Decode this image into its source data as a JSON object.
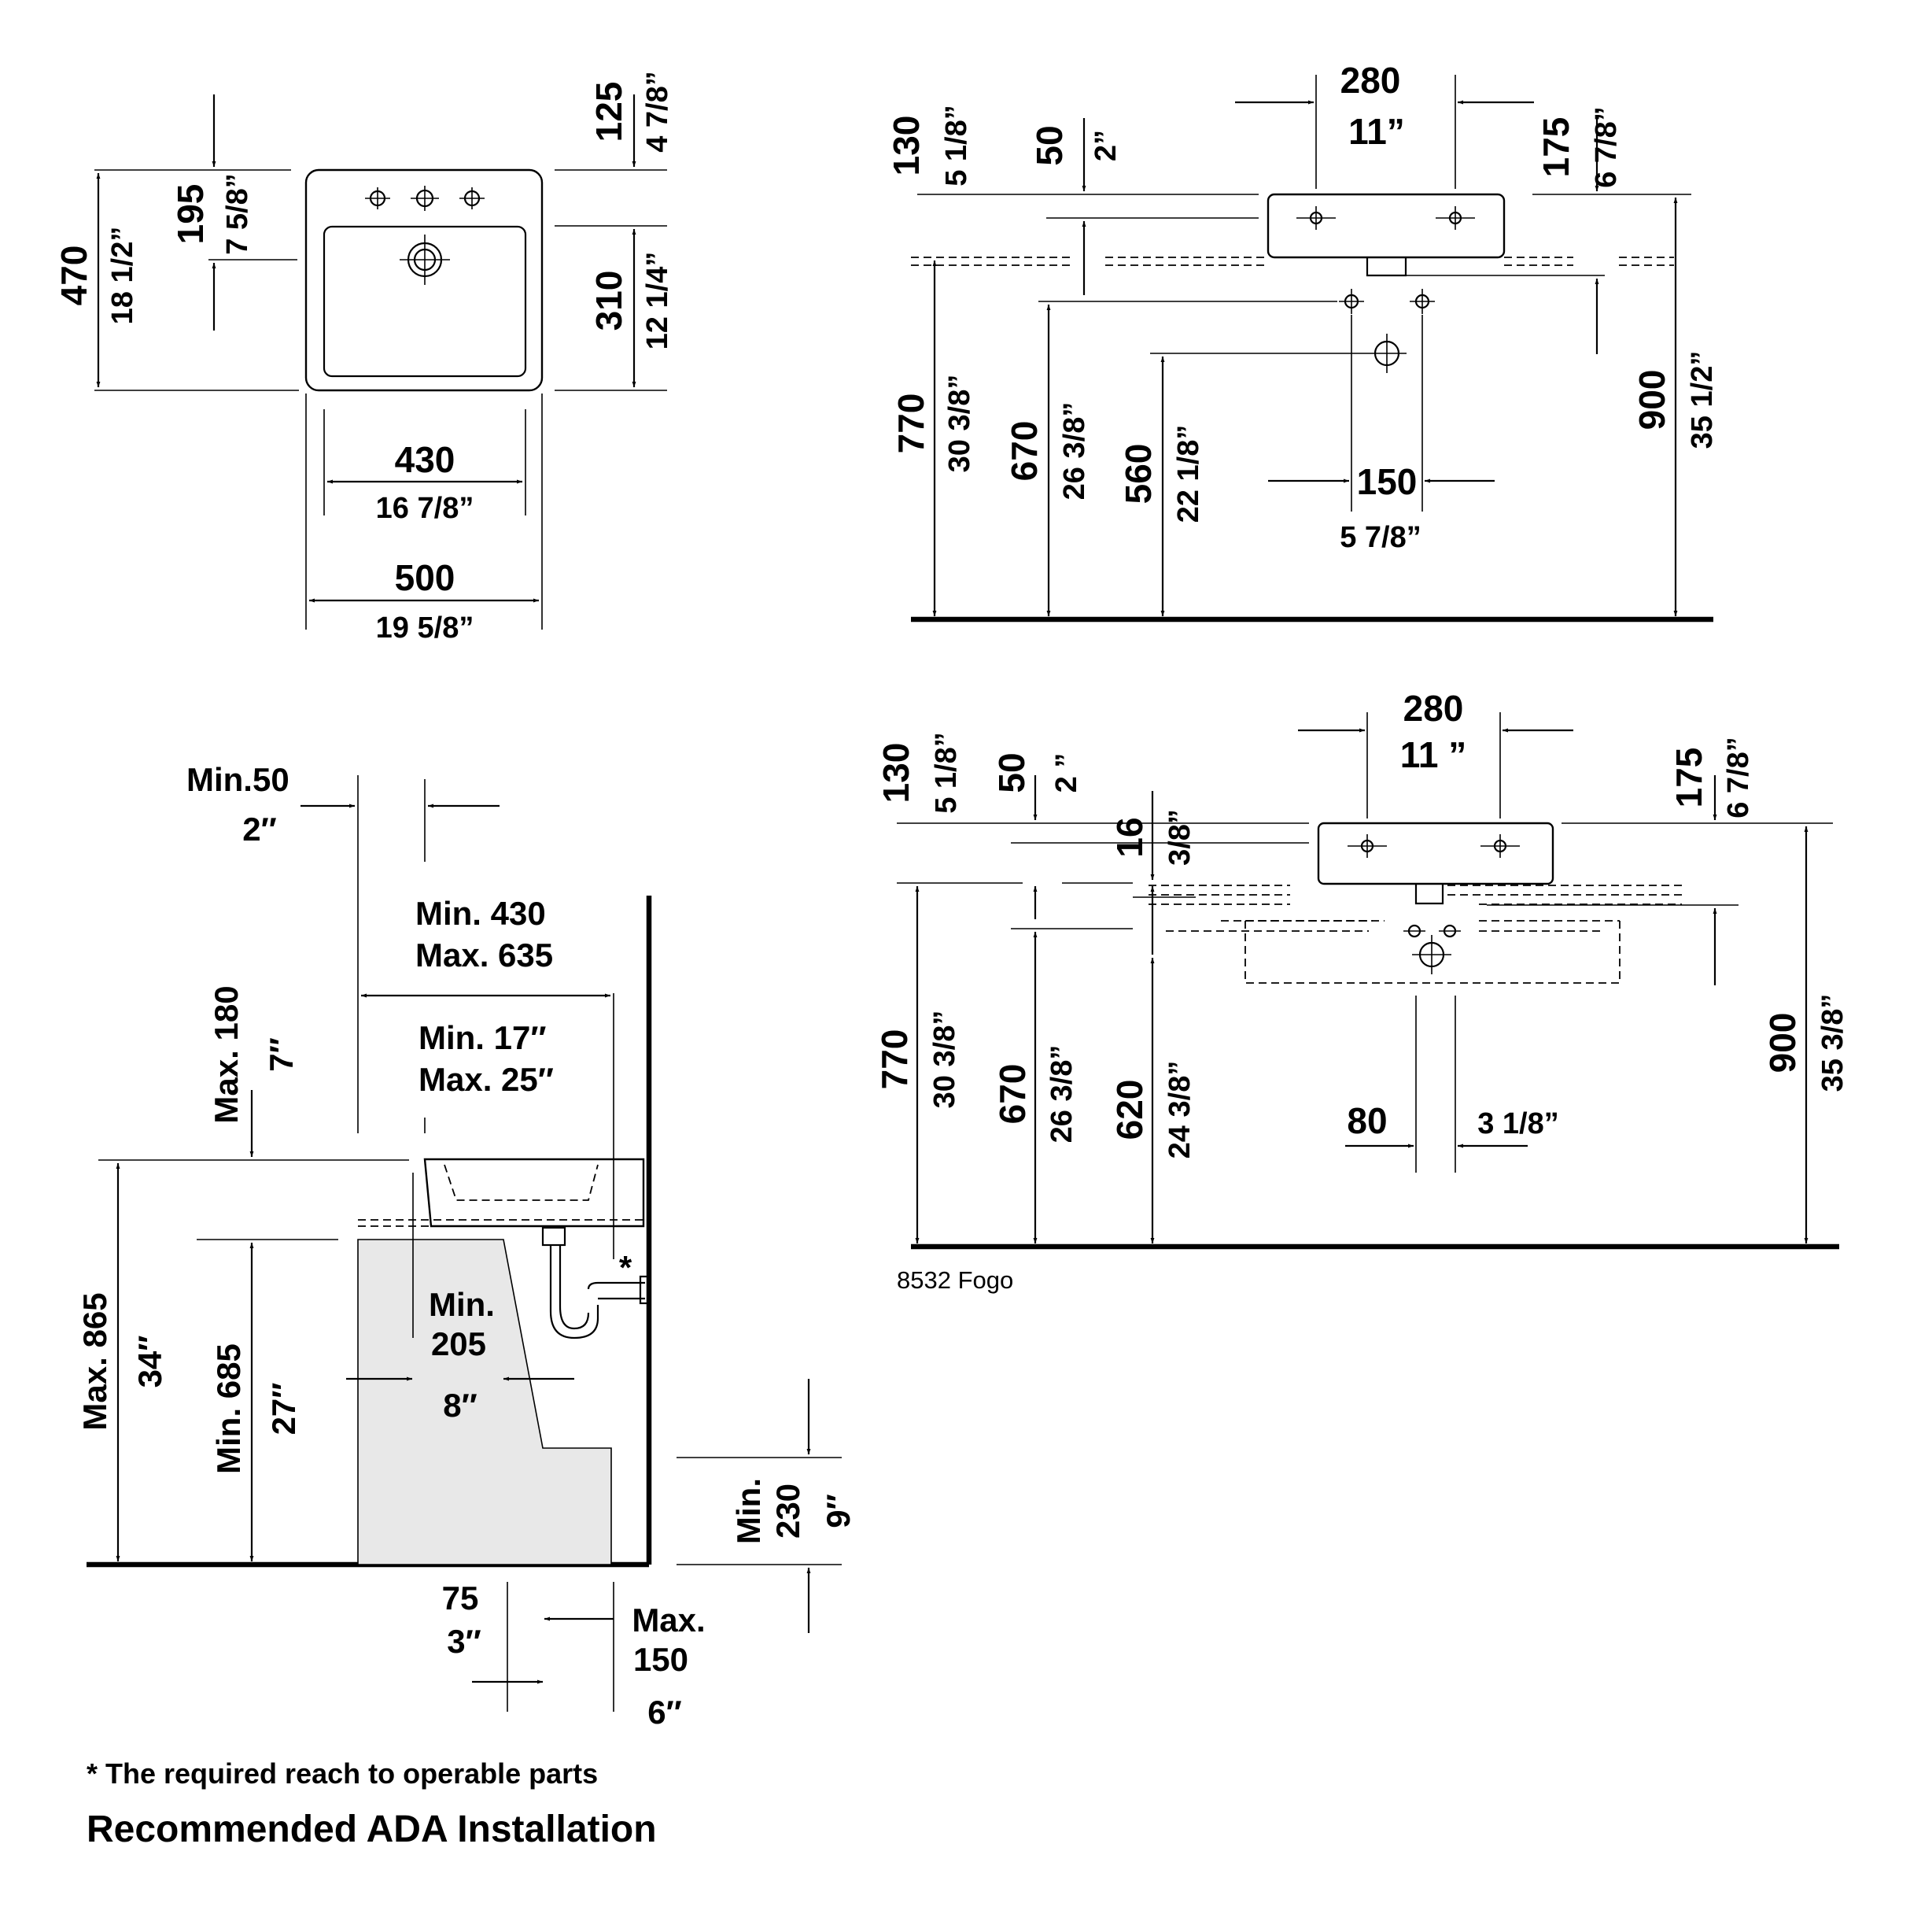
{
  "top_view": {
    "d_125": "125",
    "d_125_in": "4 7/8”",
    "d_195": "195",
    "d_195_in": "7 5/8”",
    "d_470": "470",
    "d_470_in": "18 1/2”",
    "d_310": "310",
    "d_310_in": "12 1/4”",
    "d_430": "430",
    "d_430_in": "16 7/8”",
    "d_500": "500",
    "d_500_in": "19 5/8”"
  },
  "front_view_1": {
    "d_280": "280",
    "d_280_in": "11”",
    "d_130": "130",
    "d_130_in": "5 1/8”",
    "d_50": "50",
    "d_50_in": "2”",
    "d_175": "175",
    "d_175_in": "6 7/8”",
    "d_770": "770",
    "d_770_in": "30 3/8”",
    "d_670": "670",
    "d_670_in": "26 3/8”",
    "d_560": "560",
    "d_560_in": "22 1/8”",
    "d_150": "150",
    "d_150_in": "5 7/8”",
    "d_900": "900",
    "d_900_in": "35 1/2”"
  },
  "front_view_2": {
    "d_280": "280",
    "d_280_in": "11 ”",
    "d_130": "130",
    "d_130_in": "5 1/8”",
    "d_50": "50",
    "d_50_in": "2 ”",
    "d_16": "16",
    "d_16_in": "3/8”",
    "d_175": "175",
    "d_175_in": "6 7/8”",
    "d_770": "770",
    "d_770_in": "30 3/8”",
    "d_670": "670",
    "d_670_in": "26 3/8”",
    "d_620": "620",
    "d_620_in": "24 3/8”",
    "d_80": "80",
    "d_80_in": "3 1/8”",
    "d_900": "900",
    "d_900_in": "35 3/8”",
    "caption": "8532 Fogo"
  },
  "ada_view": {
    "min50": "Min.50",
    "min50_in": "2″",
    "min430": "Min. 430",
    "max635": "Max. 635",
    "min17": "Min. 17″",
    "max25": "Max. 25″",
    "max180": "Max. 180",
    "max180_in": "7″",
    "max865": "Max. 865",
    "max865_in": "34″",
    "min685": "Min. 685",
    "min685_in": "27″",
    "min205_a": "Min.",
    "min205_b": "205",
    "min205_in": "8″",
    "star": "*",
    "min230_a": "Min.",
    "min230_b": "230",
    "min230_in": "9″",
    "d_75": "75",
    "d_75_in": "3″",
    "max150_a": "Max.",
    "max150_b": "150",
    "max150_in": "6″"
  },
  "footnotes": {
    "reach_note": "* The required reach to operable parts",
    "ada_title": "Recommended ADA Installation"
  }
}
